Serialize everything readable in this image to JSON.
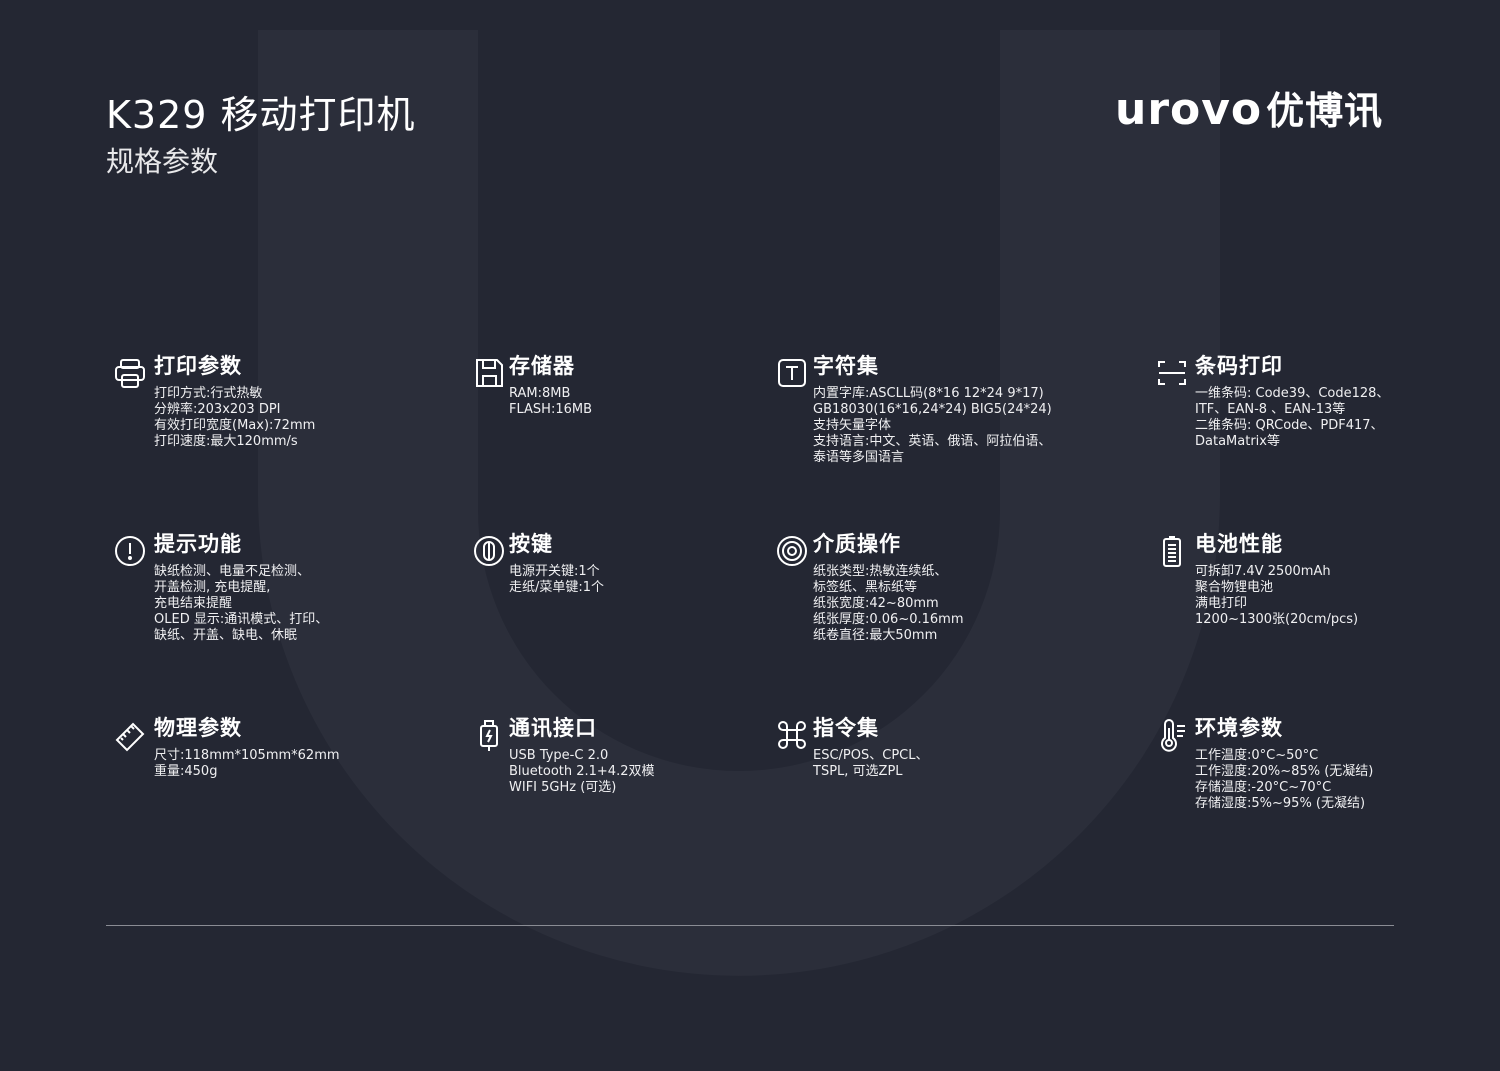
{
  "header": {
    "title": "K329 移动打印机",
    "subtitle": "规格参数",
    "logo_text": "urovo",
    "logo_cn": "优博讯"
  },
  "specs": [
    {
      "icon": "printer-icon",
      "title": "打印参数",
      "lines": [
        "打印方式:行式热敏",
        "分辨率:203x203 DPI",
        "有效打印宽度(Max):72mm",
        "打印速度:最大120mm/s"
      ]
    },
    {
      "icon": "floppy-disk-icon",
      "title": "存储器",
      "lines": [
        "RAM:8MB",
        "FLASH:16MB"
      ]
    },
    {
      "icon": "text-t-icon",
      "title": "字符集",
      "lines": [
        "内置字库:ASCLL码(8*16 12*24 9*17)",
        "GB18030(16*16,24*24) BIG5(24*24)",
        "支持矢量字体",
        "支持语言:中文、英语、俄语、阿拉伯语、",
        "泰语等多国语言"
      ]
    },
    {
      "icon": "scan-frame-icon",
      "title": "条码打印",
      "lines": [
        "一维条码: Code39、Code128、",
        "ITF、EAN-8 、EAN-13等",
        "二维条码: QRCode、PDF417、",
        "DataMatrix等"
      ]
    },
    {
      "icon": "alert-circle-icon",
      "title": "提示功能",
      "lines": [
        "缺纸检测、电量不足检测、",
        "开盖检测, 充电提醒,",
        "充电结束提醒",
        "OLED 显示:通讯模式、打印、",
        "缺纸、开盖、缺电、休眠"
      ]
    },
    {
      "icon": "power-button-icon",
      "title": "按键",
      "lines": [
        "电源开关键:1个",
        "走纸/菜单键:1个"
      ]
    },
    {
      "icon": "paper-roll-icon",
      "title": "介质操作",
      "lines": [
        "纸张类型:热敏连续纸、",
        "标签纸、黑标纸等",
        "纸张宽度:42~80mm",
        "纸张厚度:0.06~0.16mm",
        "纸卷直径:最大50mm"
      ]
    },
    {
      "icon": "battery-icon",
      "title": "电池性能",
      "lines": [
        "可拆卸7.4V 2500mAh",
        "聚合物锂电池",
        "满电打印",
        "1200~1300张(20cm/pcs)"
      ]
    },
    {
      "icon": "ruler-icon",
      "title": "物理参数",
      "lines": [
        "尺寸:118mm*105mm*62mm",
        "重量:450g"
      ]
    },
    {
      "icon": "usb-icon",
      "title": "通讯接口",
      "lines": [
        "USB Type-C 2.0",
        "Bluetooth 2.1+4.2双模",
        "WIFI 5GHz (可选)"
      ]
    },
    {
      "icon": "command-icon",
      "title": "指令集",
      "lines": [
        "ESC/POS、CPCL、",
        "TSPL, 可选ZPL"
      ]
    },
    {
      "icon": "thermometer-icon",
      "title": "环境参数",
      "lines": [
        "工作温度:0°C~50°C",
        "工作湿度:20%~85% (无凝结)",
        "存储温度:-20°C~70°C",
        "存储湿度:5%~95% (无凝结)"
      ]
    }
  ]
}
